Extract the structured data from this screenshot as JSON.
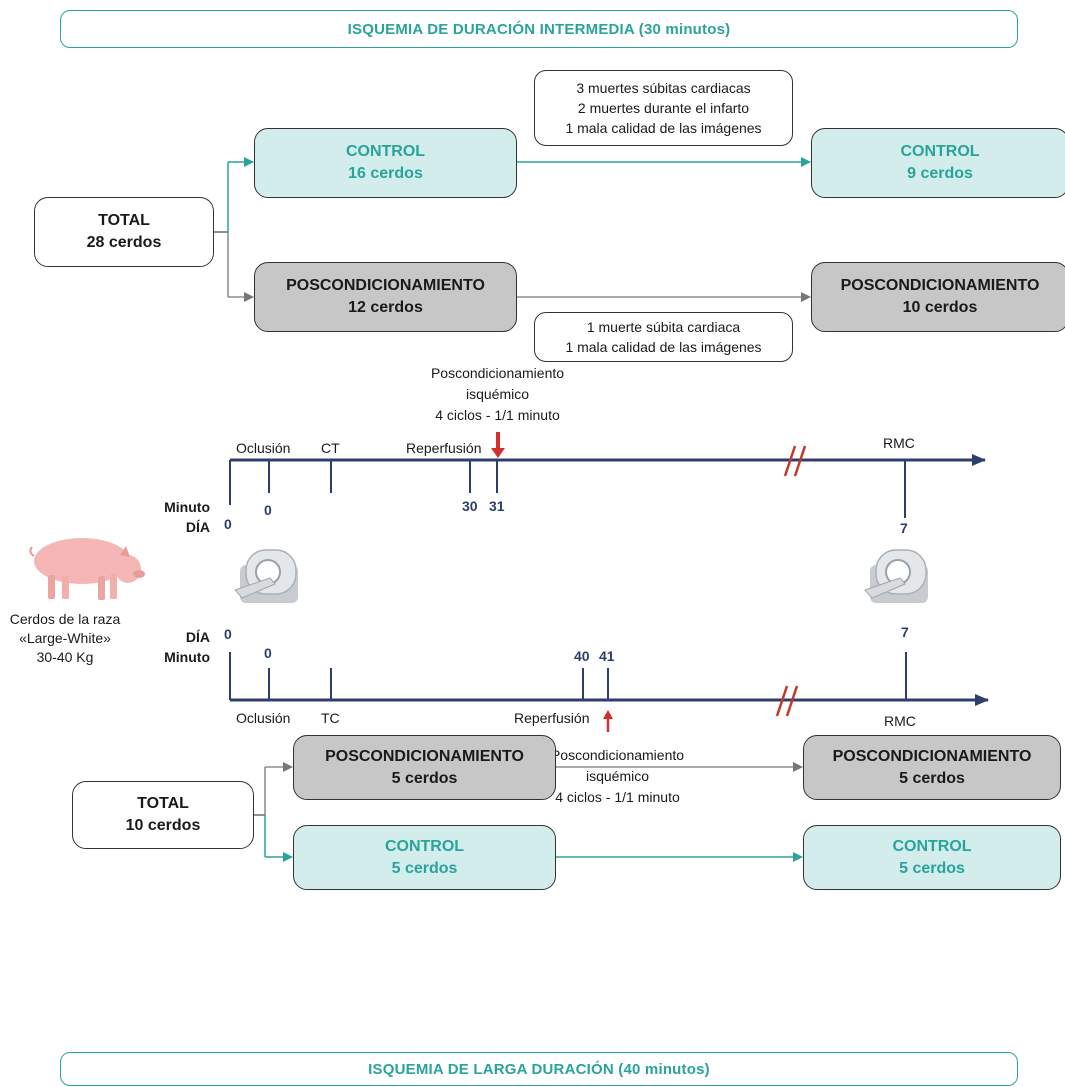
{
  "top_banner": "ISQUEMIA DE DURACIÓN INTERMEDIA (30 minutos)",
  "bottom_banner": "ISQUEMIA DE LARGA DURACIÓN (40 minutos)",
  "top_flow": {
    "total": {
      "line1": "TOTAL",
      "line2": "28 cerdos"
    },
    "control_start": {
      "line1": "CONTROL",
      "line2": "16 cerdos"
    },
    "control_end": {
      "line1": "CONTROL",
      "line2": "9 cerdos"
    },
    "post_start": {
      "line1": "POSCONDICIONAMIENTO",
      "line2": "12 cerdos"
    },
    "post_end": {
      "line1": "POSCONDICIONAMIENTO",
      "line2": "10 cerdos"
    },
    "control_losses": [
      "3 muertes súbitas cardiacas",
      "2 muertes durante el infarto",
      "1 mala calidad de las imágenes"
    ],
    "post_losses": [
      "1 muerte súbita cardiaca",
      "1 mala calidad de las imágenes"
    ]
  },
  "bottom_flow": {
    "total": {
      "line1": "TOTAL",
      "line2": "10 cerdos"
    },
    "control_start": {
      "line1": "CONTROL",
      "line2": "5 cerdos"
    },
    "control_end": {
      "line1": "CONTROL",
      "line2": "5 cerdos"
    },
    "post_start": {
      "line1": "POSCONDICIONAMIENTO",
      "line2": "5 cerdos"
    },
    "post_end": {
      "line1": "POSCONDICIONAMIENTO",
      "line2": "5 cerdos"
    }
  },
  "timeline_top": {
    "post_label": [
      "Poscondicionamiento",
      "isquémico",
      "4 ciclos - 1/1 minuto"
    ],
    "occlusion": "Oclusión",
    "ct": "CT",
    "reperfusion": "Reperfusión",
    "rmc": "RMC",
    "ticks": {
      "day0": "0",
      "min0": "0",
      "min30": "30",
      "min31": "31",
      "day7": "7"
    },
    "axis_labels": [
      "Minuto",
      "DÍA"
    ]
  },
  "timeline_bottom": {
    "post_label": [
      "Poscondicionamiento",
      "isquémico",
      "4 ciclos - 1/1 minuto"
    ],
    "occlusion": "Oclusión",
    "tc": "TC",
    "reperfusion": "Reperfusión",
    "rmc": "RMC",
    "ticks": {
      "day0": "0",
      "min0": "0",
      "min40": "40",
      "min41": "41",
      "day7": "7"
    },
    "axis_labels": [
      "DÍA",
      "Minuto"
    ]
  },
  "pig_caption": [
    "Cerdos de la raza",
    "«Large-White»",
    "30-40 Kg"
  ],
  "colors": {
    "teal": "#2aa39b",
    "teal_fill": "#d3ecec",
    "gray_fill": "#c7c7c8",
    "timeline": "#2c3e6b",
    "red": "#d32f2f",
    "pig": "#f4b7b5"
  }
}
